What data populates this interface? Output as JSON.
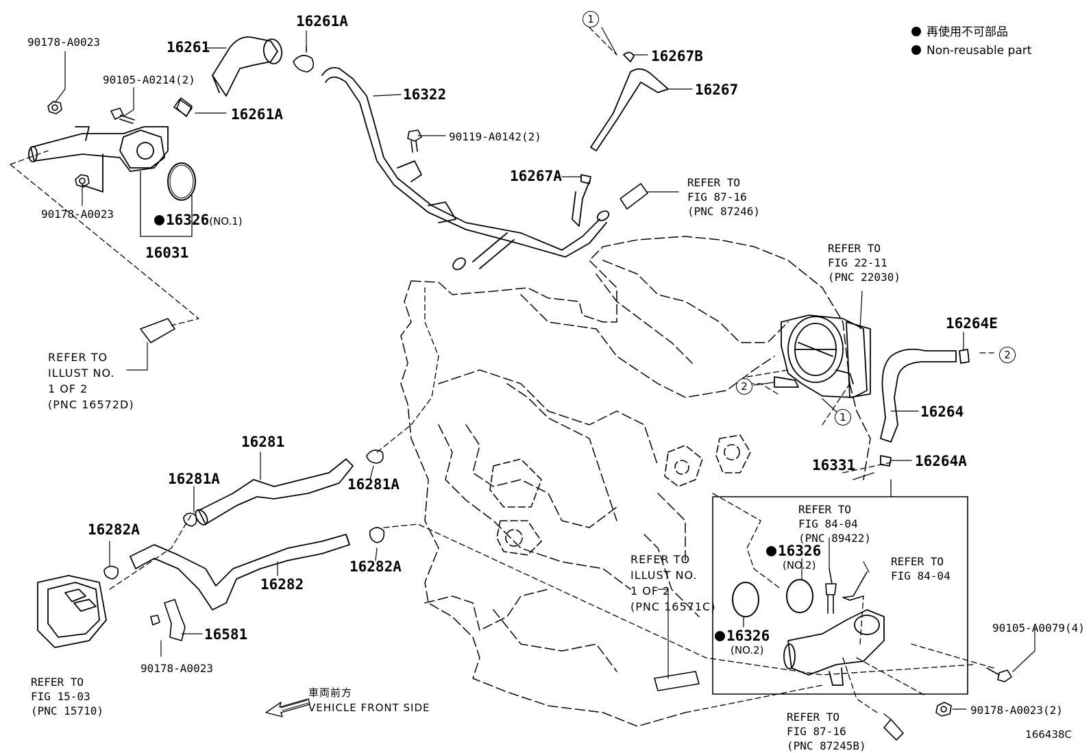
{
  "legend": {
    "jp": "再使用不可部品",
    "en": "Non-reusable part"
  },
  "circles": [
    "1",
    "2"
  ],
  "parts": {
    "p90178_a0023_top": "90178-A0023",
    "p16261": "16261",
    "p16261a_top": "16261A",
    "p90105_a0214": "90105-A0214(2)",
    "p16261a_mid": "16261A",
    "p16322": "16322",
    "p16267b": "16267B",
    "p16267": "16267",
    "p90119_a0142": "90119-A0142(2)",
    "p16267a": "16267A",
    "p90178_a0023_left": "90178-A0023",
    "p16326_no1": "16326",
    "p16326_no1_note": "(NO.1)",
    "p16031": "16031",
    "p16264e": "16264E",
    "p16264": "16264",
    "p16264a": "16264A",
    "p16331": "16331",
    "p16281": "16281",
    "p16281a_left": "16281A",
    "p16281a_right": "16281A",
    "p16282a_left": "16282A",
    "p16282a_right": "16282A",
    "p16282": "16282",
    "p16581": "16581",
    "p90178_a0023_bottom": "90178-A0023",
    "p16326_no2_upper": "16326",
    "p16326_no2_upper_note": "(NO.2)",
    "p16326_no2_lower": "16326",
    "p16326_no2_lower_note": "(NO.2)",
    "p90105_a0079": "90105-A0079(4)",
    "p90178_a0023_2": "90178-A0023(2)"
  },
  "refs": {
    "fig87_16_top": "REFER TO\nFIG 87-16\n(PNC 87246)",
    "fig22_11": "REFER TO\nFIG 22-11\n(PNC 22030)",
    "illust_left": "REFER TO\nILLUST NO.\n1 OF 2\n(PNC 16572D)",
    "illust_mid": "REFER TO\nILLUST NO.\n1 OF 2\n(PNC 16571C)",
    "fig84_04_pnc": "REFER TO\nFIG 84-04\n(PNC 89422)",
    "fig84_04": "REFER TO\nFIG 84-04",
    "fig15_03": "REFER TO\nFIG 15-03\n(PNC 15710)",
    "fig87_16_bottom": "REFER TO\nFIG 87-16\n(PNC 87245B)"
  },
  "front": {
    "jp": "車両前方",
    "en": "VEHICLE FRONT SIDE"
  },
  "figure_id": "166438C"
}
